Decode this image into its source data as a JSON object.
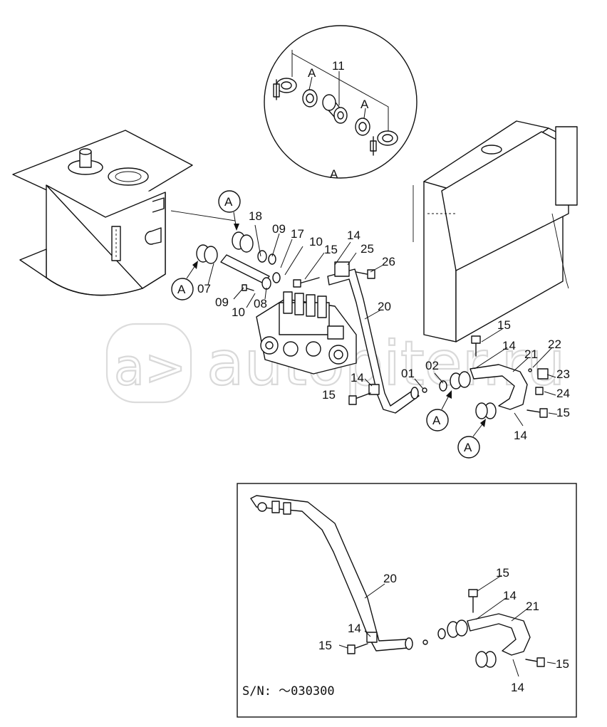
{
  "watermark": {
    "text": "autopiter.ru"
  },
  "detail": {
    "label": "A"
  },
  "labels": {
    "a_detail_top": "A",
    "p11": "11",
    "a_detail_small": "A",
    "a_detail_bottom": "A",
    "aref_1": "A",
    "aref_2": "A",
    "aref_3": "A",
    "aref_4": "A",
    "p18": "18",
    "p09_top": "09",
    "p17": "17",
    "p10_top": "10",
    "p14_top": "14",
    "p25": "25",
    "p15_top": "15",
    "p26": "26",
    "p07": "07",
    "p09_low": "09",
    "p10_low": "10",
    "p08": "08",
    "p20": "20",
    "p15_right": "15",
    "p14_right": "14",
    "p21": "21",
    "p22": "22",
    "p02": "02",
    "p01": "01",
    "p14_mid": "14",
    "p23": "23",
    "p24": "24",
    "p15_left": "15",
    "p15_right2": "15",
    "p14_low": "14"
  },
  "inset": {
    "serial": "S/N: ～030300",
    "labels": {
      "p20": "20",
      "p15_top": "15",
      "p14_top": "14",
      "p21": "21",
      "p14_left": "14",
      "p15_left": "15",
      "p15_right": "15",
      "p14_bottom": "14"
    }
  }
}
